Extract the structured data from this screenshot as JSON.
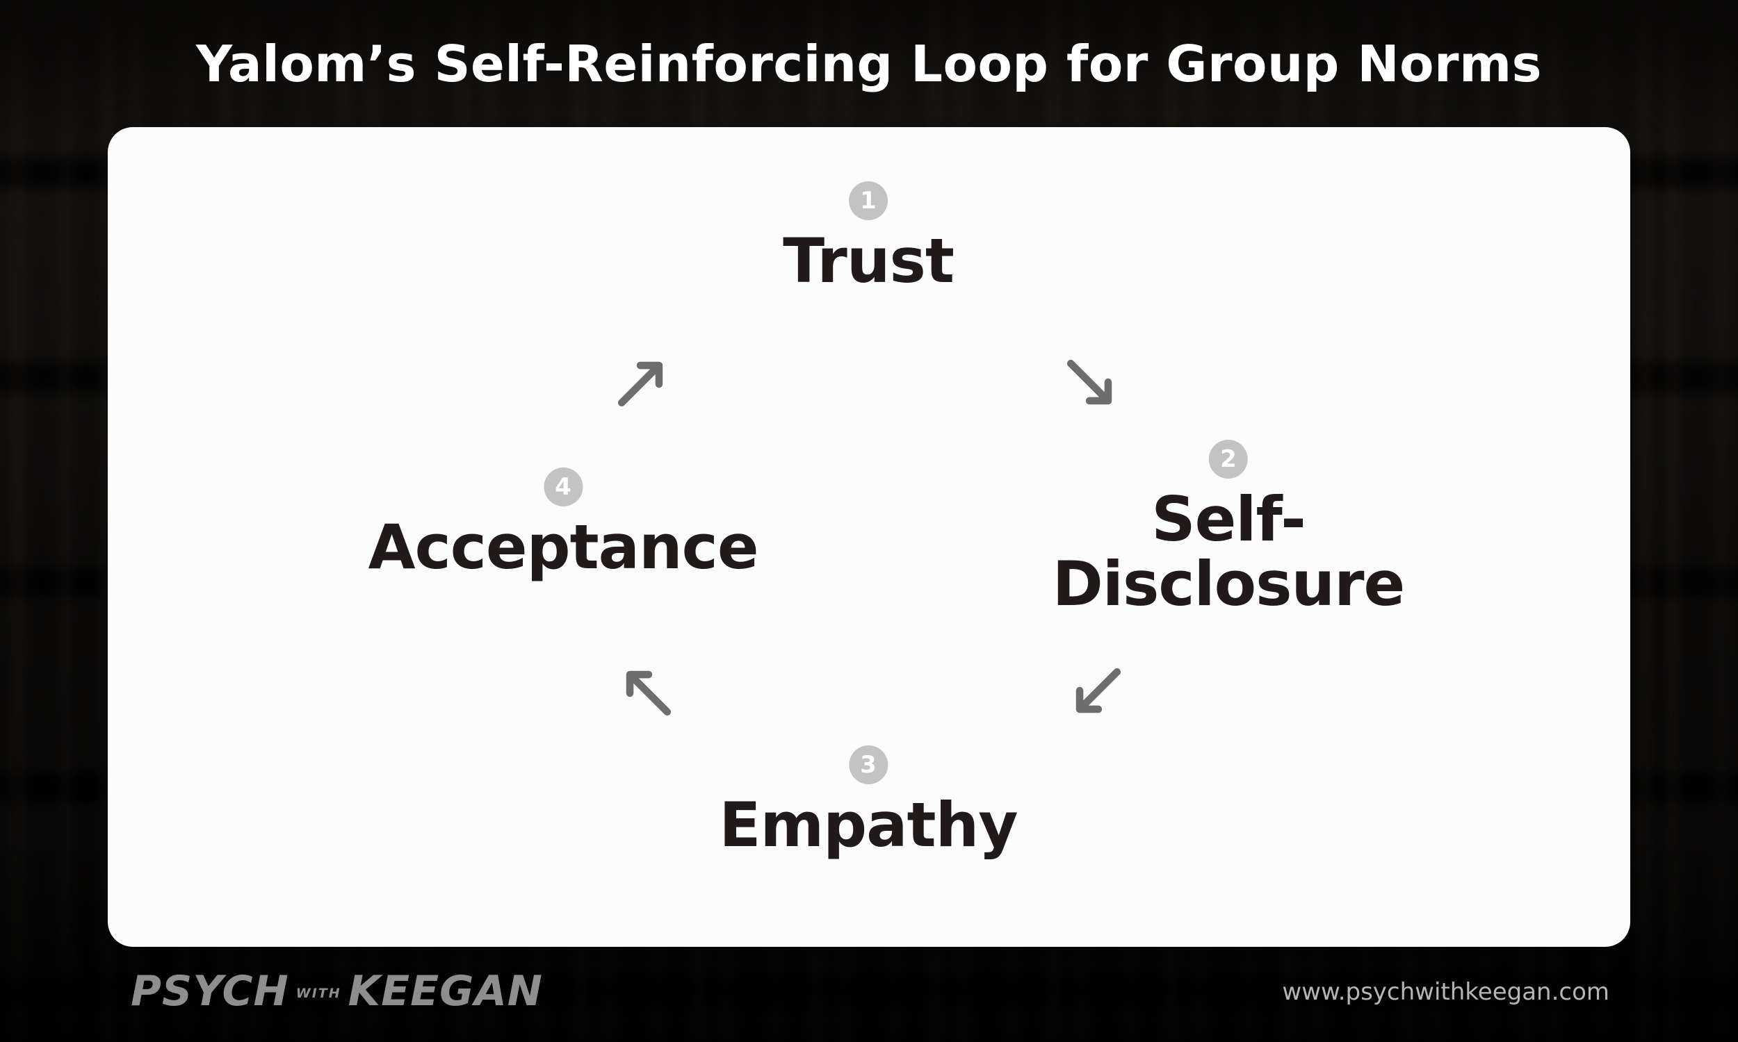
{
  "title": "Yalom’s Self-Reinforcing Loop for Group Norms",
  "diagram": {
    "nodes": [
      {
        "id": "trust",
        "number": "1",
        "lines": [
          "Trust"
        ]
      },
      {
        "id": "self-disclosure",
        "number": "2",
        "lines": [
          "Self-",
          "Disclosure"
        ]
      },
      {
        "id": "empathy",
        "number": "3",
        "lines": [
          "Empathy"
        ]
      },
      {
        "id": "acceptance",
        "number": "4",
        "lines": [
          "Acceptance"
        ]
      }
    ],
    "arrows": [
      {
        "from": "Trust",
        "to": "Self-Disclosure",
        "direction": "down-right"
      },
      {
        "from": "Self-Disclosure",
        "to": "Empathy",
        "direction": "down-left"
      },
      {
        "from": "Empathy",
        "to": "Acceptance",
        "direction": "up-left"
      },
      {
        "from": "Acceptance",
        "to": "Trust",
        "direction": "up-right"
      }
    ]
  },
  "footer": {
    "logo": {
      "part1": "PSYCH",
      "part2": "WITH",
      "part3": "KEEGAN"
    },
    "website": "www.psychwithkeegan.com"
  },
  "colors": {
    "background": "#0a0908",
    "card": "#fcfcfc",
    "title_text": "#ffffff",
    "node_text": "#201a1a",
    "badge": "#c3c3c3",
    "arrow": "#6d6d6d",
    "footer_text": "#b5b5b5"
  }
}
